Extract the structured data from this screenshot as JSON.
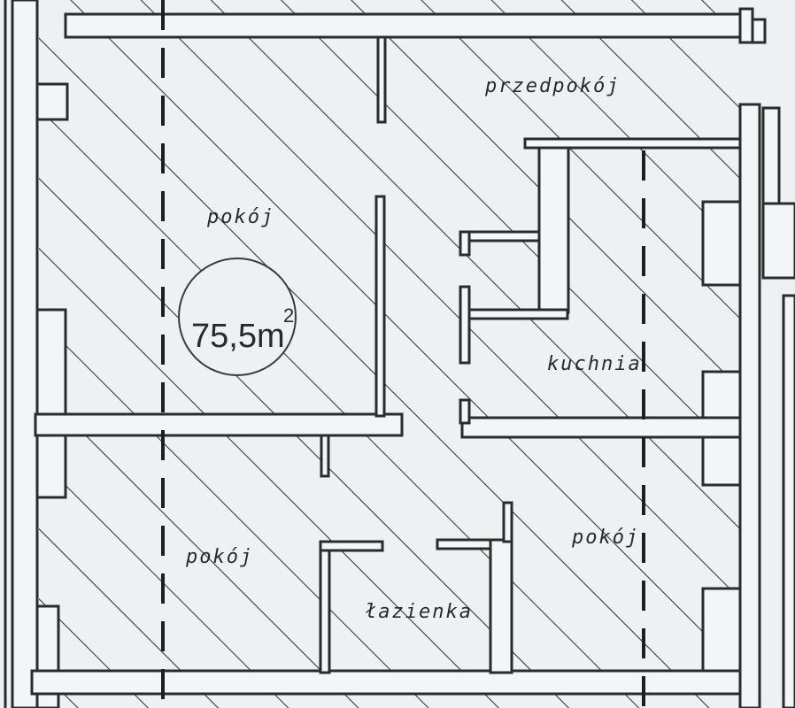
{
  "rooms": {
    "przedpokoj": "przedpokój",
    "pokoj_top_left": "pokój",
    "kuchnia": "kuchnia",
    "pokoj_bottom_left": "pokój",
    "lazienka": "łazienka",
    "pokoj_bottom_right": "pokój"
  },
  "area": {
    "value": "75,5m",
    "superscript": "2"
  },
  "colors": {
    "paper": "#eef0f2",
    "ink": "#2b2b2b"
  }
}
